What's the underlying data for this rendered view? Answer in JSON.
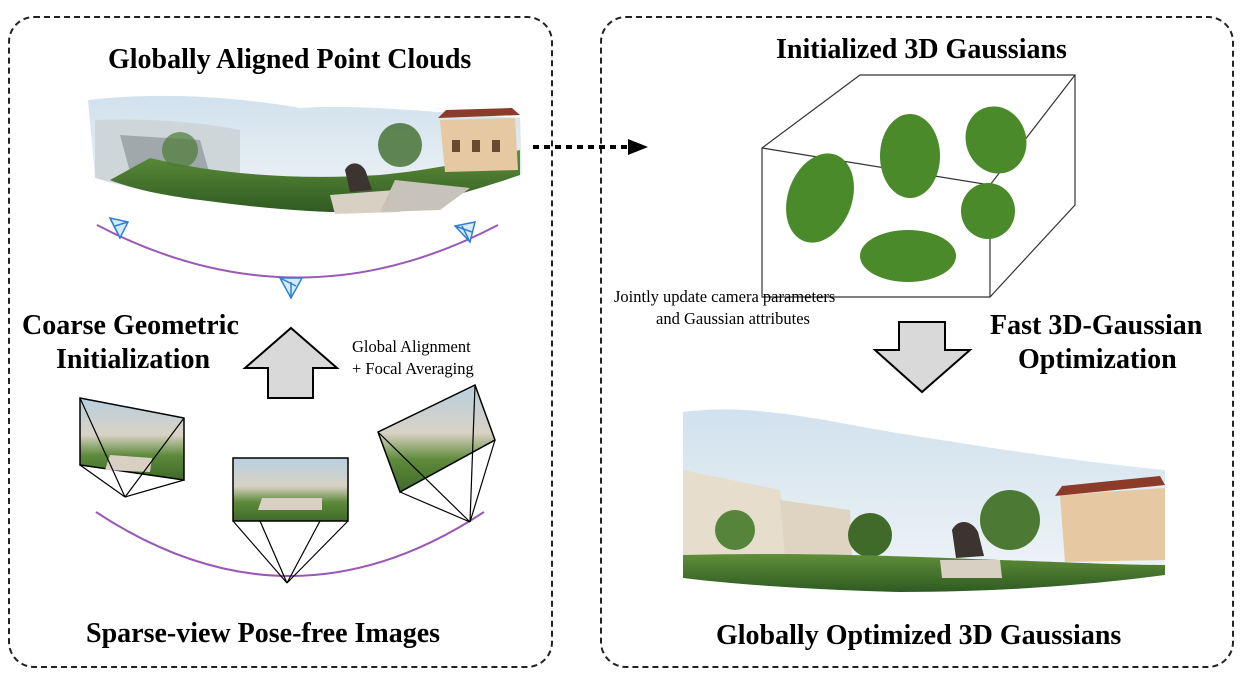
{
  "left_panel": {
    "top_title": "Globally Aligned Point Clouds",
    "bottom_title": "Sparse-view Pose-free Images",
    "side_title_line1": "Coarse Geometric",
    "side_title_line2": "Initialization",
    "arrow_note_line1": "Global Alignment",
    "arrow_note_line2": "+ Focal Averaging"
  },
  "right_panel": {
    "top_title": "Initialized 3D Gaussians",
    "bottom_title": "Globally Optimized 3D Gaussians",
    "side_title_line1": "Fast 3D-Gaussian",
    "side_title_line2": "Optimization",
    "arrow_note_line1": "Jointly update camera parameters",
    "arrow_note_line2": "and Gaussian attributes"
  },
  "colors": {
    "gaussian_fill": "#4a8a2a",
    "camera_arc": "#9b59b6",
    "camera_frustum": "#2e7fd0",
    "arrow_fill": "#d9d9d9"
  }
}
